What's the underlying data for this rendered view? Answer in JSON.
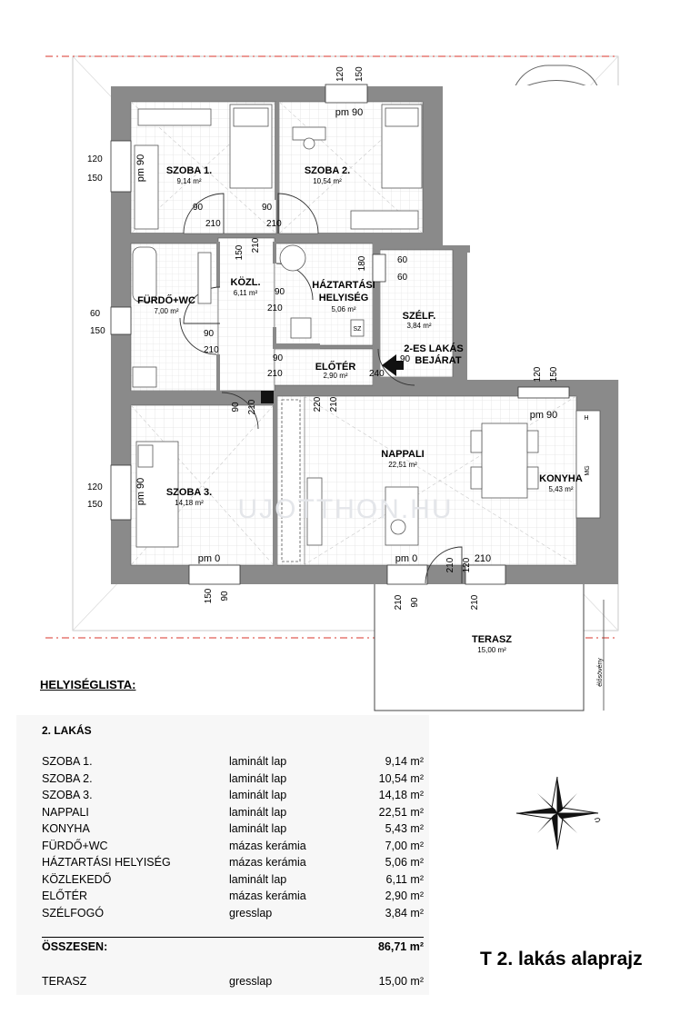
{
  "rooms": [
    {
      "name": "SZOBA 1.",
      "area": "9,14 m²"
    },
    {
      "name": "SZOBA 2.",
      "area": "10,54 m²"
    },
    {
      "name": "KÖZL.",
      "area": "6,11 m²"
    },
    {
      "name": "FÜRDŐ+WC",
      "area": "7,00 m²"
    },
    {
      "name": "HÁZTARTÁSI",
      "name2": "HELYISÉG",
      "area": "5,06 m²"
    },
    {
      "name": "SZÉLF.",
      "area": "3,84 m²"
    },
    {
      "name": "ELŐTÉR",
      "area": "2,90 m²"
    },
    {
      "name": "NAPPALI",
      "area": "22,51 m²"
    },
    {
      "name": "KONYHA",
      "area": "5,43 m²"
    },
    {
      "name": "SZOBA 3.",
      "area": "14,18 m²"
    },
    {
      "name": "TERASZ",
      "area": "15,00 m²"
    }
  ],
  "entrance_label": [
    "2-ES LAKÁS",
    "BEJÁRAT"
  ],
  "dims": [
    "120",
    "150",
    "pm 90",
    "pm 90",
    "120",
    "150",
    "90",
    "90",
    "210",
    "210",
    "150",
    "210",
    "180",
    "60",
    "60",
    "90",
    "210",
    "60",
    "150",
    "90",
    "210",
    "90",
    "210",
    "90",
    "240",
    "120",
    "150",
    "pm 90",
    "90",
    "210",
    "220",
    "210",
    "120",
    "150",
    "pm 90",
    "pm 0",
    "pm 0",
    "210",
    "210",
    "120",
    "150",
    "90",
    "210",
    "90",
    "210"
  ],
  "fixture_labels": [
    "H",
    "MG",
    "SZ"
  ],
  "side_note": "élősövény",
  "watermark": "UJOTTHON.HU",
  "legend": {
    "heading": "HELYISÉGLISTA:",
    "section": "2. LAKÁS",
    "rows": [
      {
        "name": "SZOBA 1.",
        "material": "laminált lap",
        "area": "9,14 m²"
      },
      {
        "name": "SZOBA 2.",
        "material": "laminált lap",
        "area": "10,54 m²"
      },
      {
        "name": "SZOBA 3.",
        "material": "laminált lap",
        "area": "14,18 m²"
      },
      {
        "name": "NAPPALI",
        "material": "laminált lap",
        "area": "22,51 m²"
      },
      {
        "name": "KONYHA",
        "material": "laminált lap",
        "area": "5,43 m²"
      },
      {
        "name": "FÜRDŐ+WC",
        "material": "mázas kerámia",
        "area": "7,00 m²"
      },
      {
        "name": "HÁZTARTÁSI HELYISÉG",
        "material": "mázas kerámia",
        "area": "5,06 m²"
      },
      {
        "name": "KÖZLEKEDŐ",
        "material": "laminált lap",
        "area": "6,11 m²"
      },
      {
        "name": "ELŐTÉR",
        "material": "mázas kerámia",
        "area": "2,90 m²"
      },
      {
        "name": "SZÉLFOGÓ",
        "material": "gresslap",
        "area": "3,84 m²"
      }
    ],
    "total": {
      "label": "ÖSSZESEN:",
      "area": "86,71 m²"
    },
    "terrace": {
      "name": "TERASZ",
      "material": "gresslap",
      "area": "15,00 m²"
    }
  },
  "title": "T 2. lakás alaprajz",
  "colors": {
    "wall": "#8a8a8a",
    "tile": "#d9d9d9",
    "section_line": "#d9342b"
  }
}
